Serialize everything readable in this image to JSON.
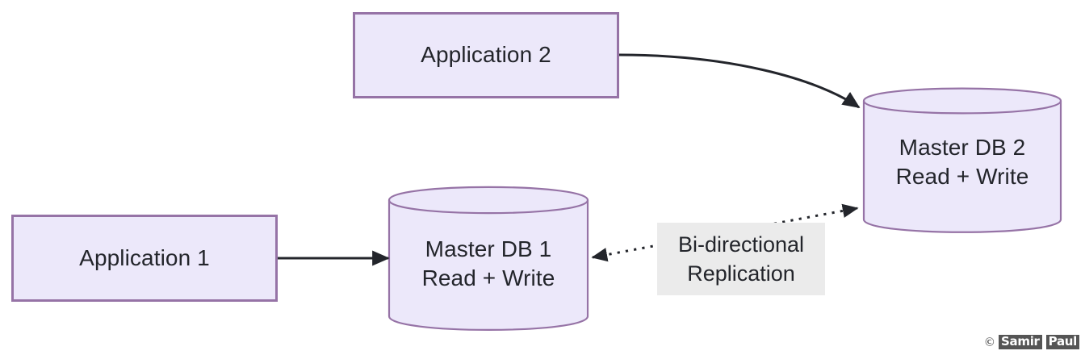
{
  "diagram": {
    "type": "architecture-diagram",
    "title": "Bi-directional Replication",
    "background": "#ffffff",
    "palette": {
      "node_fill": "#ece8fa",
      "node_stroke": "#9673a6",
      "edge_stroke": "#23252b",
      "text": "#23252b",
      "label_background": "#ebebeb",
      "watermark": "#555555"
    },
    "nodes": [
      {
        "id": "app1",
        "name": "application-1",
        "shape": "rectangle",
        "lines": [
          "Application 1"
        ]
      },
      {
        "id": "app2",
        "name": "application-2",
        "shape": "rectangle",
        "lines": [
          "Application 2"
        ]
      },
      {
        "id": "db1",
        "name": "master-db-1",
        "shape": "cylinder",
        "lines": [
          "Master DB 1",
          "Read + Write"
        ]
      },
      {
        "id": "db2",
        "name": "master-db-2",
        "shape": "cylinder",
        "lines": [
          "Master DB 2",
          "Read + Write"
        ]
      }
    ],
    "edges": [
      {
        "id": "e-app1-db1",
        "from": "app1",
        "to": "db1",
        "style": "solid",
        "arrow": "single",
        "label": ""
      },
      {
        "id": "e-app2-db2",
        "from": "app2",
        "to": "db2",
        "style": "solid-curved",
        "arrow": "single",
        "label": ""
      },
      {
        "id": "e-db1-db2",
        "from": "db1",
        "to": "db2",
        "style": "dotted",
        "arrow": "double",
        "label_lines": [
          "Bi-directional",
          "Replication"
        ]
      }
    ]
  },
  "watermark": {
    "copyright": "©",
    "word1": "Samir",
    "word2": "Paul"
  }
}
